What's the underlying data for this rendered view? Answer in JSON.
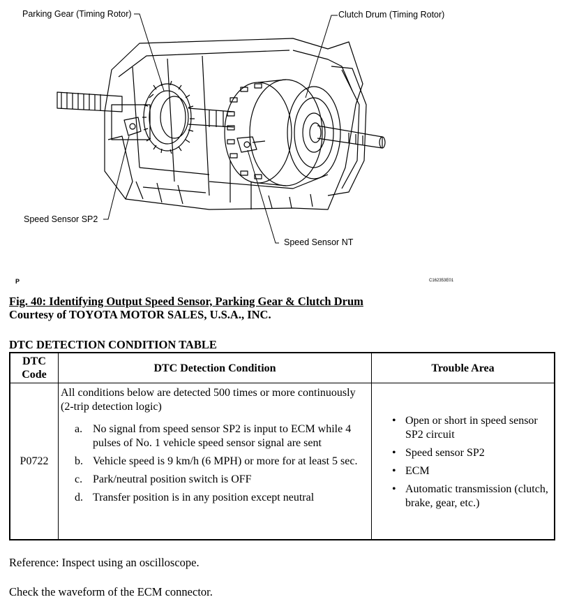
{
  "figure": {
    "callouts": {
      "parking_gear": "Parking Gear (Timing Rotor)",
      "clutch_drum": "Clutch Drum (Timing Rotor)",
      "speed_sensor_sp2": "Speed Sensor SP2",
      "speed_sensor_nt": "Speed Sensor NT"
    },
    "corner_letter": "P",
    "image_code": "C162353E01"
  },
  "caption": {
    "title": "Fig. 40: Identifying Output Speed Sensor, Parking Gear & Clutch Drum",
    "courtesy": "Courtesy of TOYOTA MOTOR SALES, U.S.A., INC."
  },
  "table": {
    "title": "DTC DETECTION CONDITION TABLE",
    "headers": {
      "code_line1": "DTC",
      "code_line2": "Code",
      "condition": "DTC Detection Condition",
      "trouble_area": "Trouble Area"
    },
    "row": {
      "code": "P0722",
      "intro": "All conditions below are detected 500 times or more continuously (2-trip detection logic)",
      "conditions": [
        {
          "marker": "a.",
          "text": "No signal from speed sensor SP2 is input to ECM while 4 pulses of No. 1 vehicle speed sensor signal are sent"
        },
        {
          "marker": "b.",
          "text": "Vehicle speed is 9 km/h (6 MPH) or more for at least 5 sec."
        },
        {
          "marker": "c.",
          "text": "Park/neutral position switch is OFF"
        },
        {
          "marker": "d.",
          "text": "Transfer position is in any position except neutral"
        }
      ],
      "trouble_areas": [
        "Open or short in speed sensor SP2 circuit",
        "Speed sensor SP2",
        "ECM",
        "Automatic transmission (clutch, brake, gear, etc.)"
      ]
    }
  },
  "notes": {
    "reference": "Reference: Inspect using an oscilloscope.",
    "check": "Check the waveform of the ECM connector."
  }
}
